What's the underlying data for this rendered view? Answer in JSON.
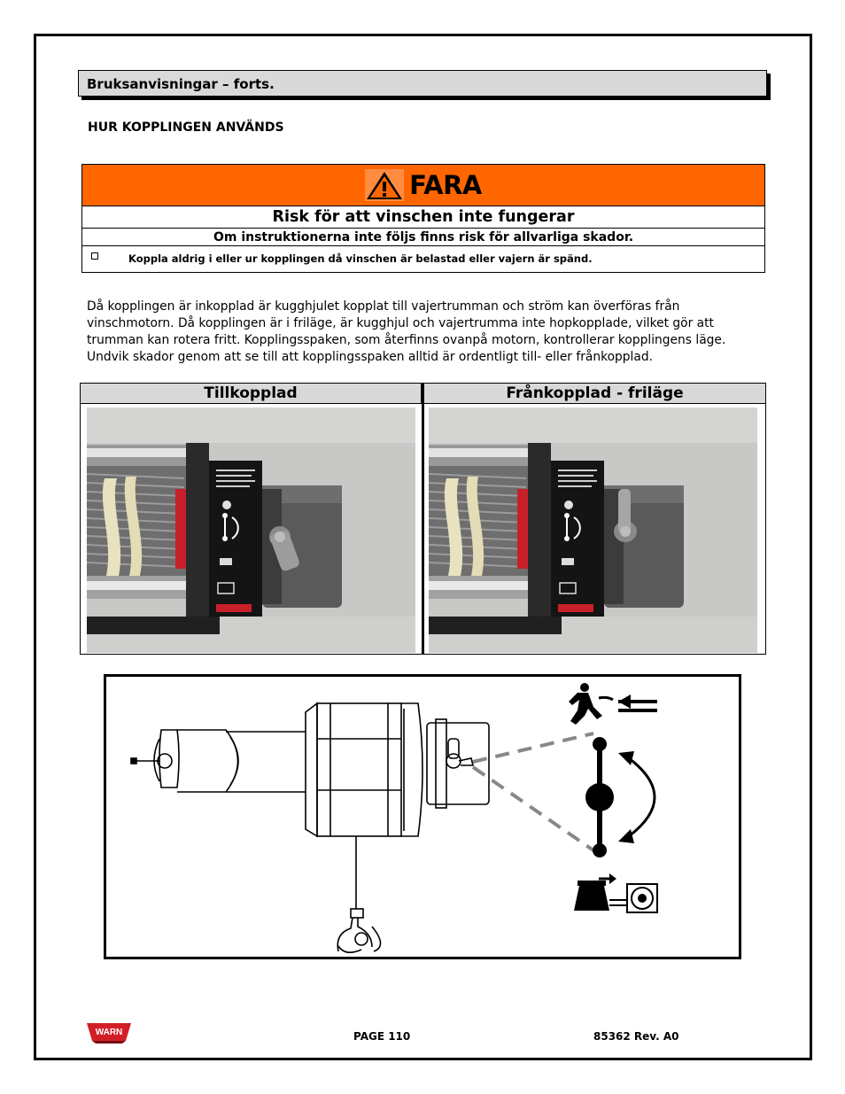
{
  "section_header": "Bruksanvisningar – forts.",
  "subheading": "HUR KOPPLINGEN ANVÄNDS",
  "danger": {
    "signal_word": "FARA",
    "title": "Risk för att vinschen inte fungerar",
    "subtitle": "Om instruktionerna inte följs finns risk för allvarliga skador.",
    "items": [
      "Koppla aldrig i eller ur kopplingen då vinschen är belastad eller vajern är spänd."
    ],
    "banner_color": "#ff6600"
  },
  "body_paragraph": "Då kopplingen är inkopplad är kugghjulet kopplat till vajertrumman och ström kan överföras från vinschmotorn.  Då kopplingen är i friläge, är kugghjul och vajertrumma inte hopkopplade, vilket gör att trumman kan rotera fritt.  Kopplingsspaken, som återfinns ovanpå motorn, kontrollerar kopplingens läge. Undvik skador genom att se till att kopplingsspaken alltid är ordentligt till- eller frånkopplad.",
  "photos": {
    "left_header": "Tillkopplad",
    "right_header": "Frånkopplad - friläge"
  },
  "footer": {
    "logo_text": "WARN",
    "page": "PAGE 110",
    "revision": "85362 Rev. A0"
  }
}
